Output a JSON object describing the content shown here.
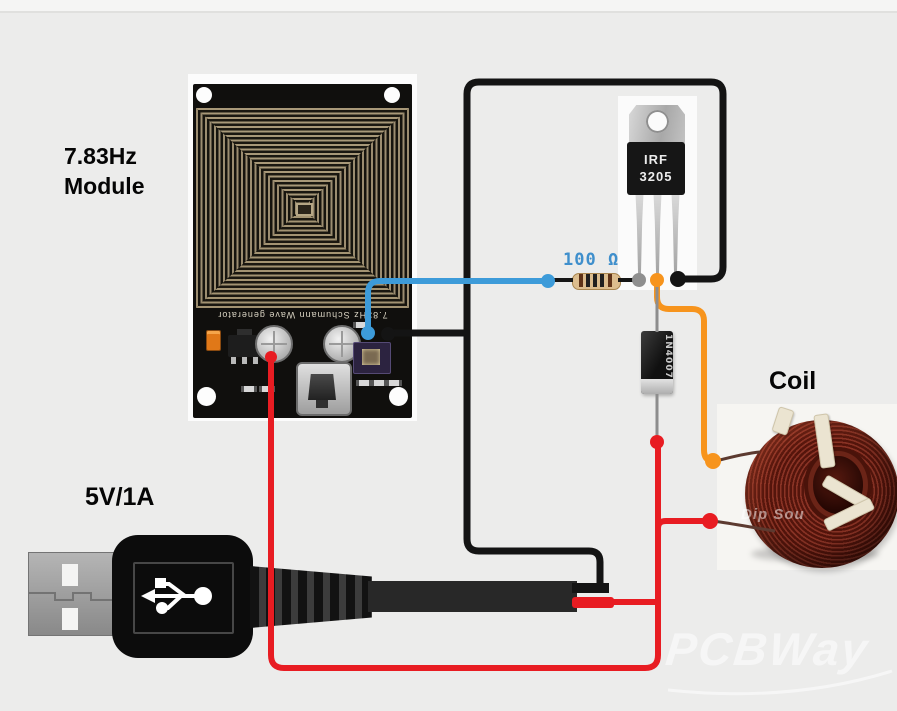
{
  "labels": {
    "module_line1": "7.83Hz",
    "module_line2": "Module",
    "power": "5V/1A",
    "coil": "Coil",
    "resistor_value": "100 Ω"
  },
  "module": {
    "silkscreen": "7.83Hz Schumann Wave generator"
  },
  "transistor": {
    "part_line1": "IRF",
    "part_line2": "3205"
  },
  "diode": {
    "part": "1N4007"
  },
  "coil": {
    "photo_watermark": "Dip Sou"
  },
  "watermark": "PCBWay",
  "colors": {
    "wire_black": "#141414",
    "wire_blue": "#3d9bd9",
    "wire_red": "#e81c22",
    "wire_orange": "#f7941d",
    "lead_gray": "#8d8d8d",
    "dot_gray": "#8f8f8f",
    "coil_lead": "#5c3a30",
    "resistor_label_blue": "#3f8fcc"
  }
}
